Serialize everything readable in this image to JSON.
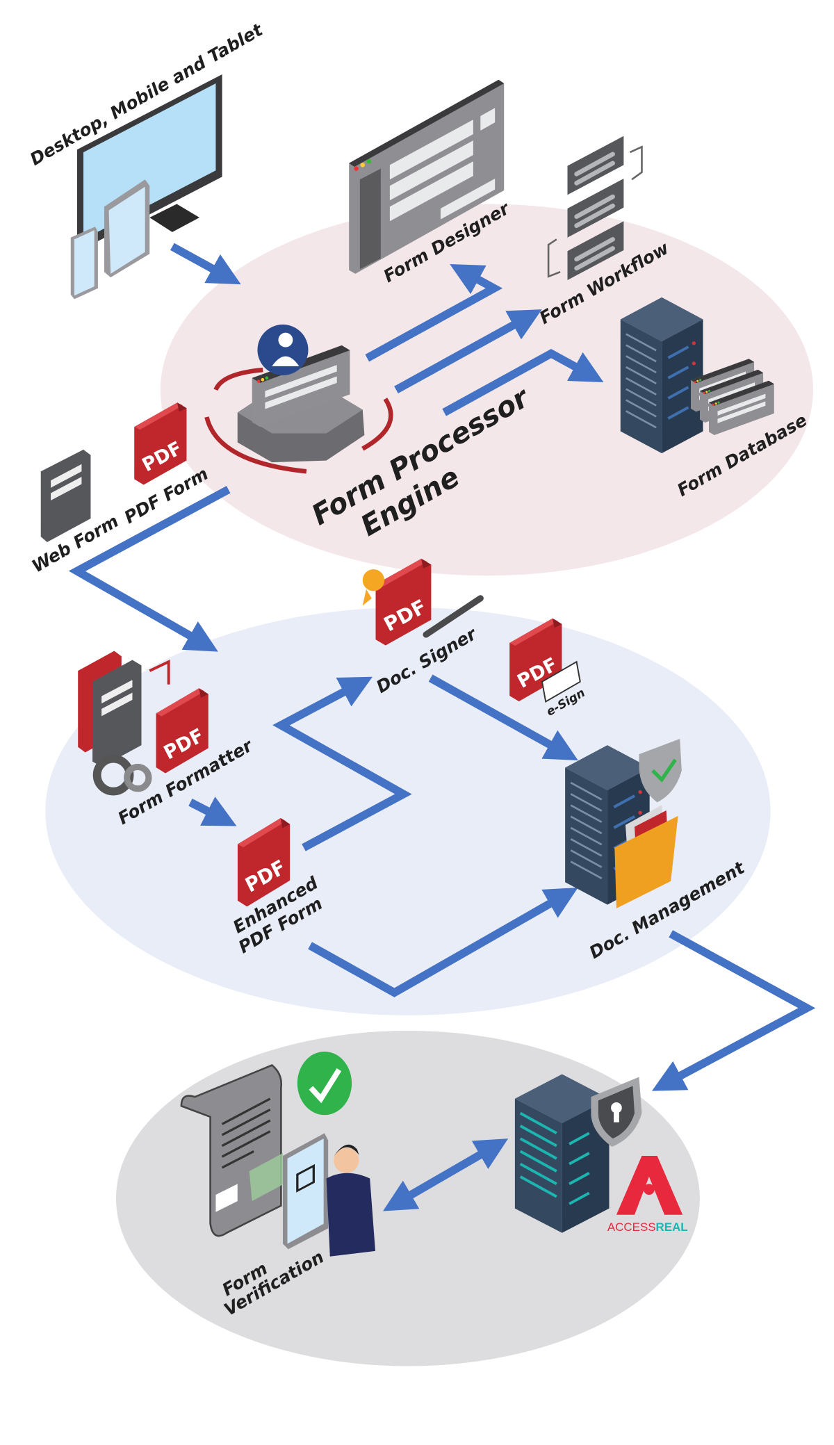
{
  "labels": {
    "devices": "Desktop, Mobile and Tablet",
    "form_designer": "Form Designer",
    "form_workflow": "Form Workflow",
    "form_database": "Form Database",
    "engine_line1": "Form Processor",
    "engine_line2": "Engine",
    "web_form": "Web Form",
    "pdf_form": "PDF Form",
    "doc_signer": "Doc. Signer",
    "e_sign": "e-Sign",
    "form_formatter": "Form Formatter",
    "enhanced_line1": "Enhanced",
    "enhanced_line2": "PDF Form",
    "doc_management": "Doc. Management",
    "verification_line1": "Form",
    "verification_line2": "Verification"
  },
  "icons": {
    "pdf_text": "PDF"
  },
  "logo": {
    "part1": "ACCESS",
    "part2": "REAL"
  },
  "colors": {
    "arrow": "#4472c4",
    "zone_top": "#f3e7e9",
    "zone_middle": "#e9edf8",
    "zone_bottom": "#dddde0",
    "pdf_red": "#c0272d",
    "server": "#34485f",
    "logo_red": "#e8283c",
    "logo_teal": "#1cb5b0"
  }
}
